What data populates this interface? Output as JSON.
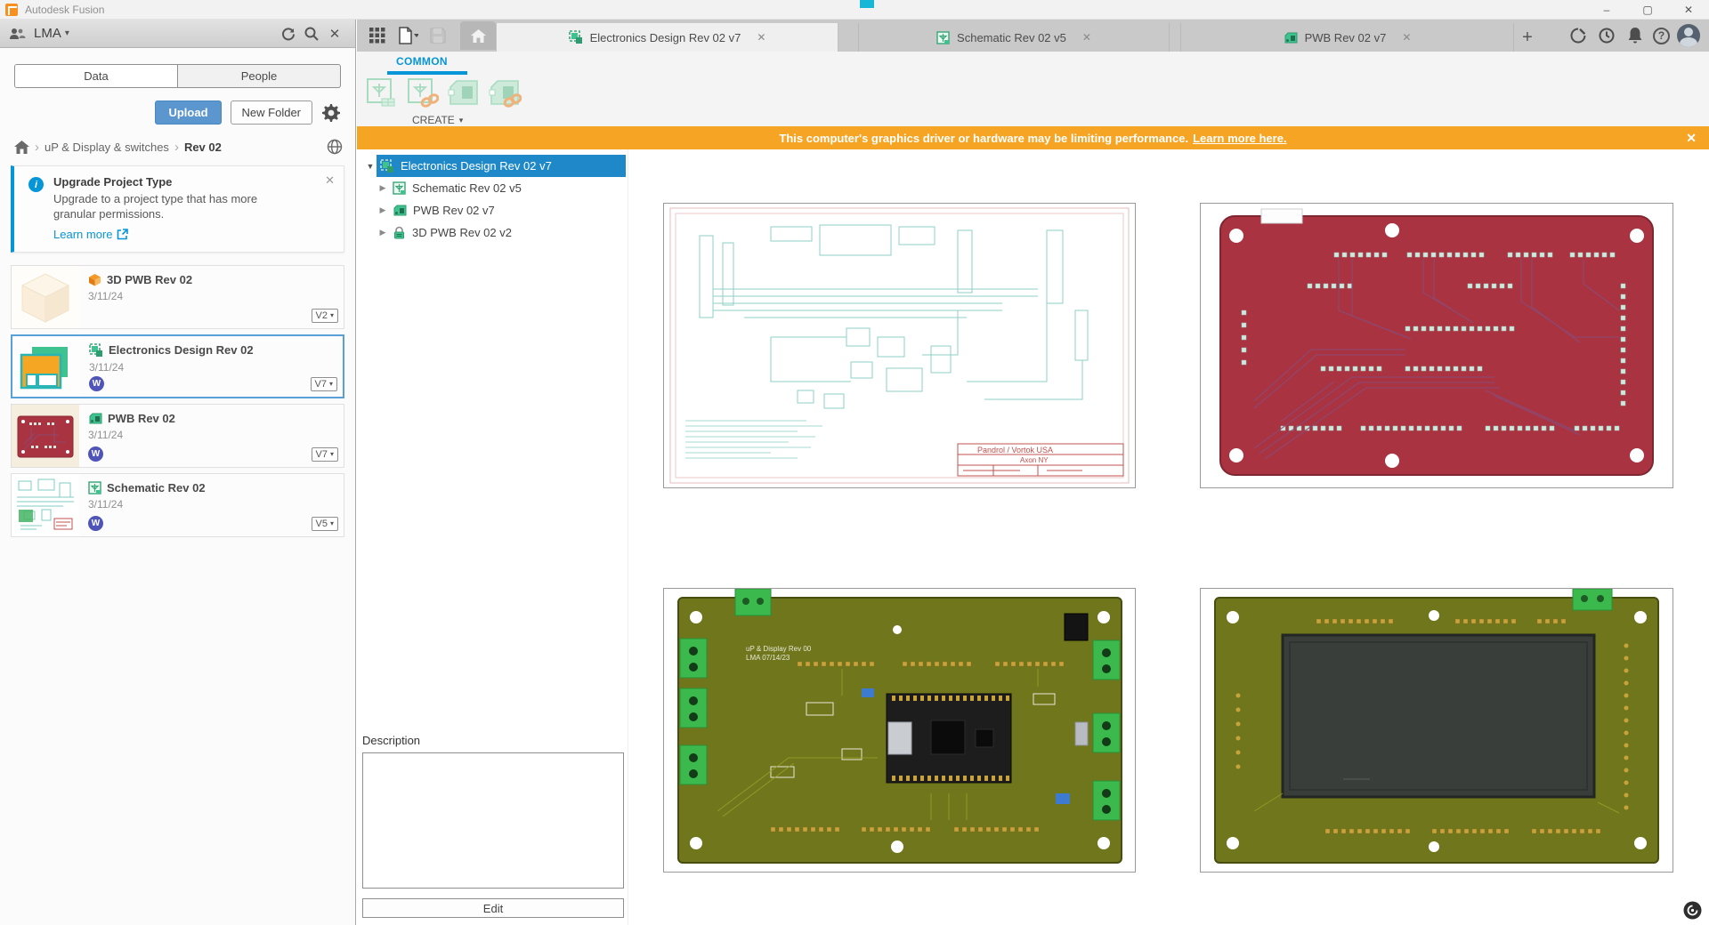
{
  "window": {
    "title": "Autodesk Fusion"
  },
  "icons": {
    "chevron_down": "▾",
    "dropdown_caret": "▾",
    "breadcrumb_sep": "›",
    "minimize": "–",
    "maximize": "▢",
    "close": "✕",
    "tree_expanded": "▼",
    "tree_collapsed": "▶",
    "plus": "+",
    "help": "?",
    "info": "i"
  },
  "left_panel": {
    "team": "LMA",
    "tabs": [
      {
        "label": "Data",
        "active": true
      },
      {
        "label": "People",
        "active": false
      }
    ],
    "upload_label": "Upload",
    "new_folder_label": "New Folder",
    "breadcrumb": {
      "items": [
        "uP & Display & switches",
        "Rev 02"
      ]
    },
    "notification": {
      "title": "Upgrade Project Type",
      "body": "Upgrade to a project type that has more granular permissions.",
      "link": "Learn more"
    },
    "cards": [
      {
        "title": "3D PWB Rev 02",
        "date": "3/11/24",
        "version": "V2",
        "badge": ""
      },
      {
        "title": "Electronics Design Rev 02",
        "date": "3/11/24",
        "version": "V7",
        "badge": "W"
      },
      {
        "title": "PWB Rev 02",
        "date": "3/11/24",
        "version": "V7",
        "badge": "W"
      },
      {
        "title": "Schematic Rev 02",
        "date": "3/11/24",
        "version": "V5",
        "badge": "W"
      }
    ]
  },
  "main": {
    "doc_tabs": [
      {
        "label": "Electronics Design Rev 02 v7",
        "active": true
      },
      {
        "label": "Schematic Rev 02 v5",
        "active": false
      },
      {
        "label": "PWB Rev 02 v7",
        "active": false
      }
    ],
    "ribbon": {
      "tab": "COMMON",
      "create_label": "CREATE"
    },
    "banner": {
      "text": "This computer's graphics driver or hardware may be limiting performance.",
      "link": "Learn more here."
    },
    "tree": [
      {
        "label": "Electronics Design Rev 02 v7"
      },
      {
        "label": "Schematic Rev 02 v5"
      },
      {
        "label": "PWB Rev 02 v7"
      },
      {
        "label": "3D PWB Rev 02 v2"
      }
    ],
    "description": {
      "label": "Description",
      "value": "",
      "edit_label": "Edit"
    },
    "previews": {
      "schematic_title_block": {
        "line1": "Pandrol / Vortok USA",
        "line2": "Axon NY"
      },
      "pcb_silkscreen": {
        "line1": "uP & Display Rev 00",
        "line2": "LMA  07/14/23"
      }
    }
  },
  "colors": {
    "accent_blue": "#0696d7",
    "selection_blue": "#1e88c9",
    "banner_orange": "#f6a424",
    "upload_blue": "#5b96cf",
    "badge_purple": "#4f54b8",
    "pcb_red": "#a93340",
    "pcb_olive": "#6f761b"
  }
}
